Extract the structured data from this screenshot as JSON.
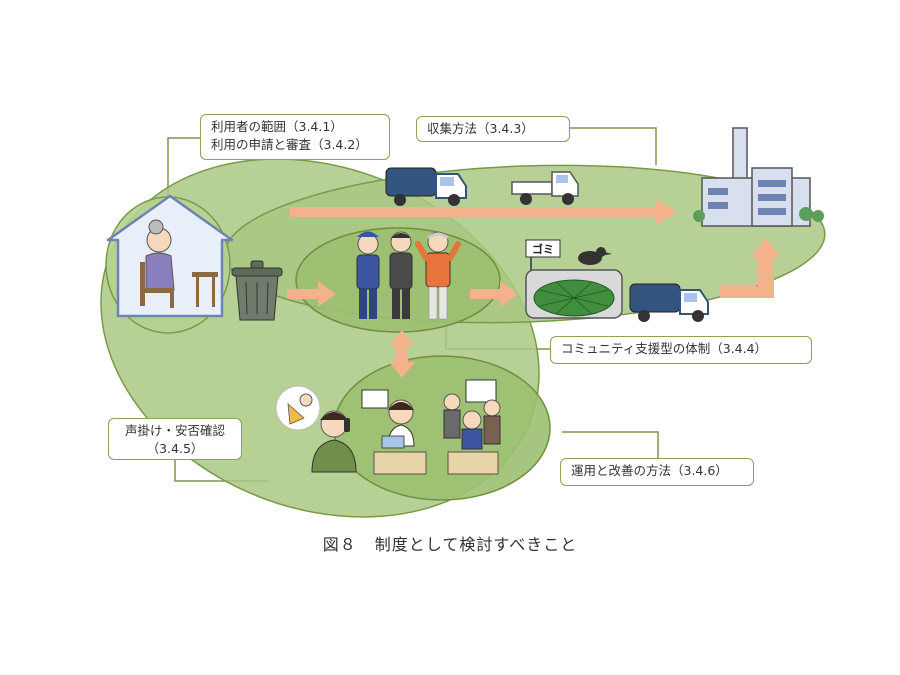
{
  "callouts": {
    "user_scope": {
      "line1": "利用者の範囲（3.4.1）",
      "line2": "利用の申請と審査（3.4.2）"
    },
    "collection_method": "収集方法（3.4.3）",
    "community_support": "コミュニティ支援型の体制（3.4.4）",
    "safety_check": {
      "line1": "声掛け・安否確認",
      "line2": "（3.4.5）"
    },
    "operation_improvement": "運用と改善の方法（3.4.6）"
  },
  "sign_gomi": "ゴミ",
  "caption": {
    "figure_no": "図８",
    "title": "制度として検討すべきこと"
  },
  "colors": {
    "ellipse_fill": "#a9c882",
    "ellipse_stroke": "#7a9a48",
    "arrow": "#f4b28c",
    "callout_border": "#8da05c",
    "truck_blue": "#33547f",
    "building_blue": "#6d83b4"
  }
}
